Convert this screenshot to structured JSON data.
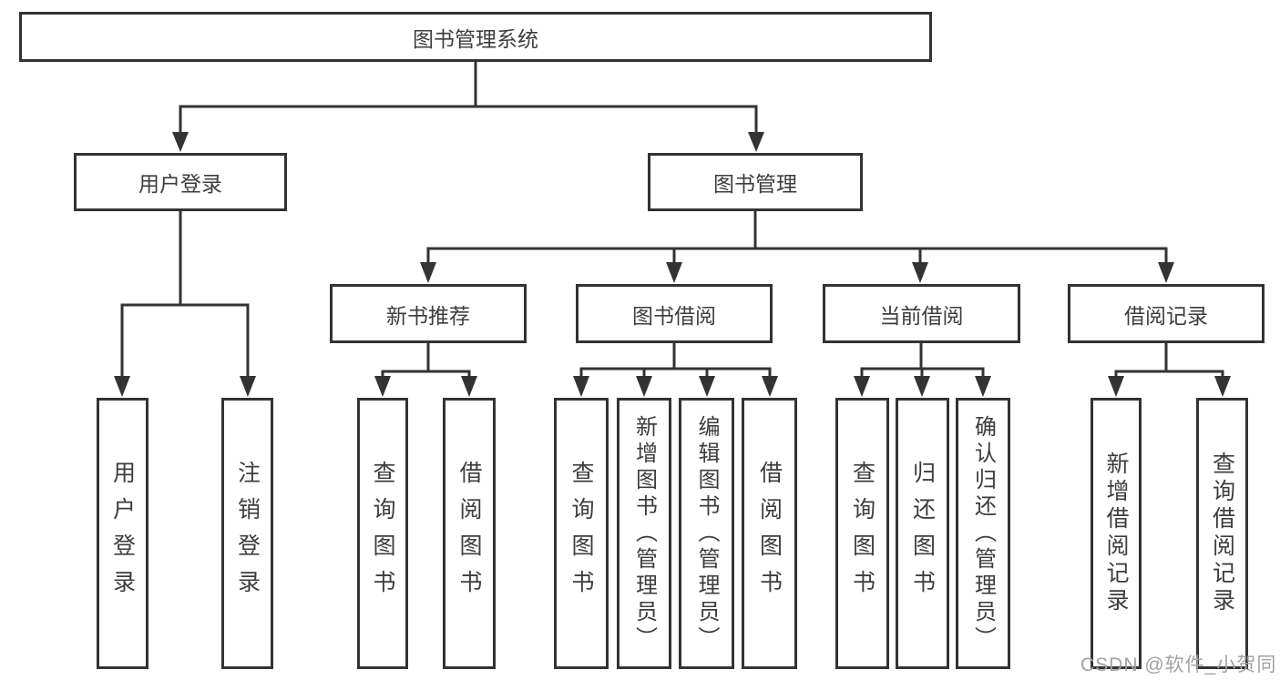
{
  "diagram": {
    "root": {
      "label": "图书管理系统"
    },
    "level1": {
      "user_login": {
        "label": "用户登录"
      },
      "book_mgmt": {
        "label": "图书管理"
      }
    },
    "level2": {
      "new_book_rec": {
        "label": "新书推荐"
      },
      "book_borrow": {
        "label": "图书借阅"
      },
      "current_borrow": {
        "label": "当前借阅"
      },
      "borrow_records": {
        "label": "借阅记录"
      }
    },
    "leaves": {
      "user_login": {
        "label": "用户登录"
      },
      "logout": {
        "label": "注销登录"
      },
      "nbr_query_books": {
        "label": "查询图书"
      },
      "nbr_borrow_books": {
        "label": "借阅图书"
      },
      "bb_query_books": {
        "label": "查询图书"
      },
      "bb_add_books_admin": {
        "label": "新增图书（管理员）"
      },
      "bb_edit_books_admin": {
        "label": "编辑图书（管理员）"
      },
      "bb_borrow_books": {
        "label": "借阅图书"
      },
      "cb_query_books": {
        "label": "查询图书"
      },
      "cb_return_books": {
        "label": "归还图书"
      },
      "cb_confirm_return_admin": {
        "label": "确认归还（管理员）"
      },
      "br_add_record": {
        "label": "新增借阅记录"
      },
      "br_query_record": {
        "label": "查询借阅记录"
      }
    }
  },
  "watermark": "CSDN @软件_小贺同学",
  "colors": {
    "line": "#333333",
    "text": "#3d3d3d",
    "watermark": "#a2a2a2",
    "background": "#ffffff"
  }
}
